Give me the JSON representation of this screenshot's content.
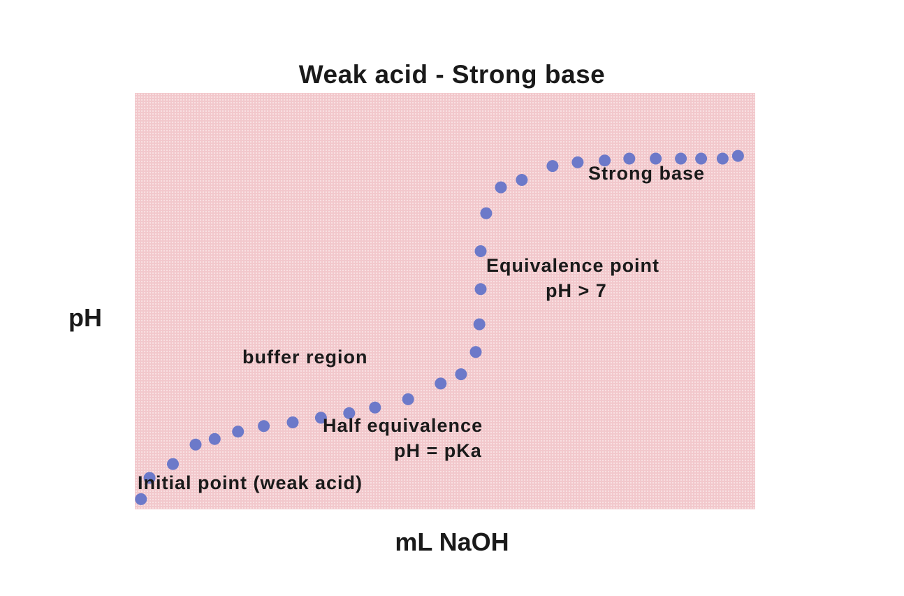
{
  "chart_data": {
    "type": "scatter",
    "title": "Weak acid - Strong base",
    "xlabel": "mL NaOH",
    "ylabel": "pH",
    "grid": false,
    "legend": "none",
    "colors": {
      "plot_background": "#f2c8cc",
      "points": "#6c79c9"
    },
    "series": [
      {
        "x": [
          0.0,
          1.4,
          5.2,
          8.9,
          12.0,
          15.8,
          20.0,
          24.7,
          29.3,
          33.9,
          38.1,
          43.5,
          48.8,
          52.1,
          54.5,
          55.1,
          55.3,
          55.3,
          56.2,
          58.6,
          62.0,
          67.0,
          71.1,
          75.5,
          79.5,
          83.8,
          87.9,
          91.2,
          94.7,
          97.2
        ],
        "y": [
          0.05,
          1.2,
          1.95,
          3.0,
          3.3,
          3.7,
          4.0,
          4.2,
          4.45,
          4.7,
          5.0,
          5.45,
          6.3,
          6.8,
          8.0,
          9.5,
          11.4,
          13.45,
          15.5,
          16.9,
          17.3,
          18.05,
          18.25,
          18.35,
          18.45,
          18.45,
          18.45,
          18.45,
          18.45,
          18.6
        ]
      }
    ],
    "annotations": [
      {
        "text": "Strong base"
      },
      {
        "text": "Equivalence point\n          pH > 7"
      },
      {
        "text": "buffer region"
      },
      {
        "text": "Half equivalence\n            pH = pKa"
      },
      {
        "text": "Initial point (weak acid)"
      }
    ],
    "xlim": [
      -1,
      100
    ],
    "ylim": [
      -0.5,
      22
    ]
  }
}
